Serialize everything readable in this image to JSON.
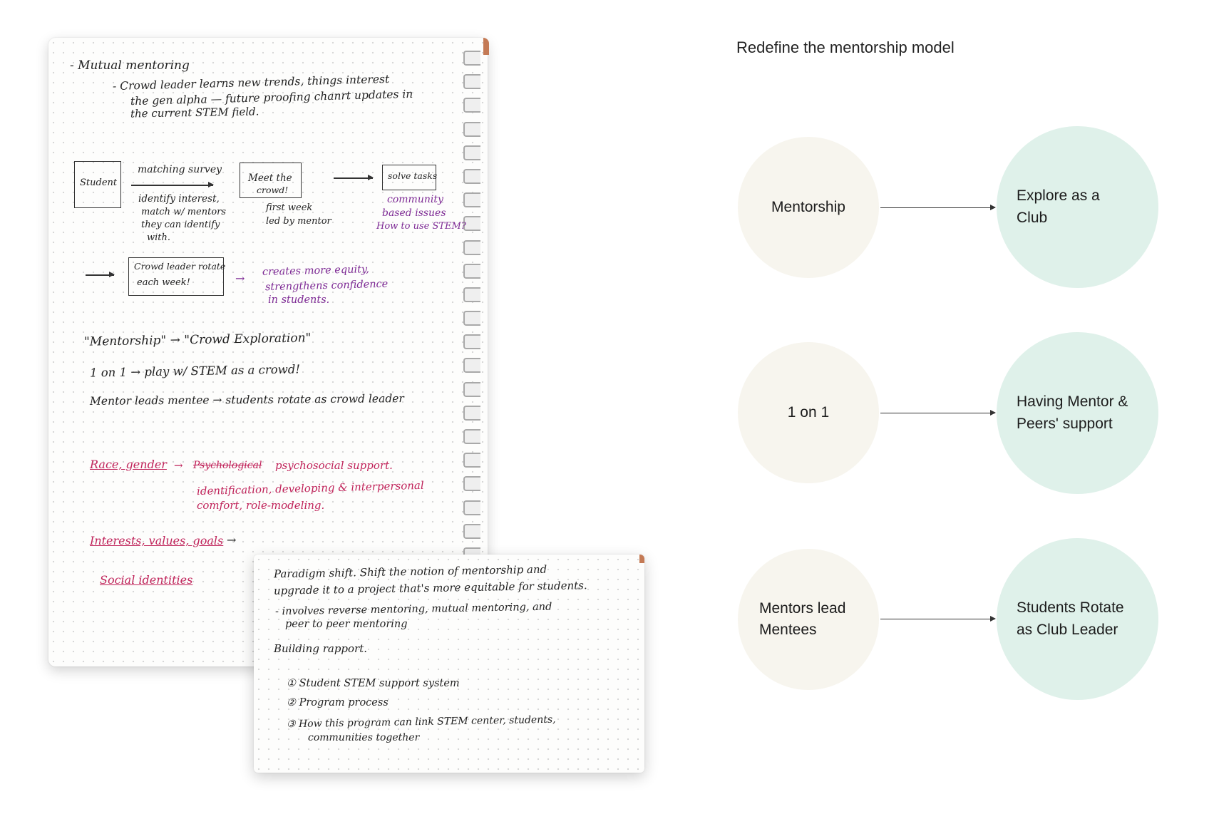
{
  "notebook": {
    "lines": {
      "heading": "- Mutual mentoring",
      "bullet_1": "- Crowd leader learns new trends, things interest",
      "bullet_2": "the gen alpha — future proofing chanrt updates in",
      "bullet_3": "the current STEM field.",
      "box_student": "Student",
      "matching_survey": "matching survey",
      "identify_1": "identify interest,",
      "identify_2": "match w/ mentors",
      "identify_3": "they can identify",
      "identify_4": "with.",
      "box_meet_1": "Meet the",
      "box_meet_2": "crowd!",
      "first_week_1": "first week",
      "first_week_2": "led by mentor",
      "box_solve": "solve tasks",
      "community_1": "community",
      "community_2": "based issues",
      "community_3": "How to use STEM?",
      "box_rotate_1": "Crowd leader rotate",
      "box_rotate_2": "each week!",
      "equity_1": "creates more equity,",
      "equity_2": "strengthens confidence",
      "equity_3": "in students.",
      "mentorship_line": "\"Mentorship\" → \"Crowd Exploration\"",
      "one_on_one_line": "1 on 1 → play w/ STEM as a crowd!",
      "mentor_leads_line": "Mentor leads mentee → students rotate as crowd leader",
      "race_gender": "Race, gender",
      "psych_struck": "Psychological",
      "psych_support": "psychosocial support.",
      "identification_1": "identification, developing & interpersonal",
      "identification_2": "comfort, role-modeling.",
      "interests": "Interests, values, goals",
      "social_identities": "Social identities"
    }
  },
  "card": {
    "lines": {
      "paradigm_1": "Paradigm shift.   Shift the notion of mentorship and",
      "paradigm_2": "upgrade it to a project that's more equitable for students.",
      "involves_1": "- involves reverse mentoring, mutual mentoring, and",
      "involves_2": "peer to peer mentoring",
      "building": "Building rapport.",
      "item_1": "① Student STEM support system",
      "item_2": "② Program process",
      "item_3_a": "③ How this program can link STEM center, students,",
      "item_3_b": "communities together"
    }
  },
  "diagram": {
    "title": "Redefine the mentorship model",
    "rows": [
      {
        "from": "Mentorship",
        "to": "Explore as a Club"
      },
      {
        "from": "1 on 1",
        "to": "Having Mentor & Peers' support"
      },
      {
        "from": "Mentors lead Mentees",
        "to": "Students Rotate as Club Leader"
      }
    ],
    "colors": {
      "from_fill": "#f7f5ee",
      "to_fill": "#dff1ea",
      "arrow": "#333333"
    }
  }
}
